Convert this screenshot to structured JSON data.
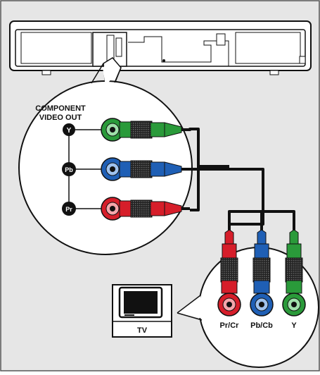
{
  "diagram": {
    "callout_title_line1": "COMPONENT",
    "callout_title_line2": "VIDEO OUT",
    "jack_labels": {
      "y": "Y",
      "pb": "Pb",
      "pr": "Pr"
    },
    "tv_label": "TV",
    "tv_inputs": {
      "pr_cr": "Pr/Cr",
      "pb_cb": "Pb/Cb",
      "y": "Y"
    }
  },
  "colors": {
    "panel": "#e6e6e6",
    "green": "#2a9a3a",
    "blue": "#1f5fb5",
    "red": "#d61e2a",
    "cable": "#111111"
  }
}
